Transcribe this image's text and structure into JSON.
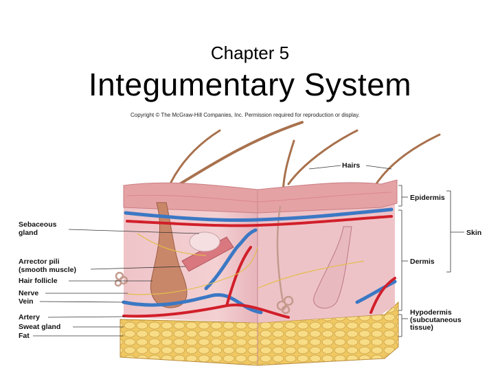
{
  "slide": {
    "chapter": "Chapter 5",
    "title": "Integumentary System",
    "copyright": "Copyright © The McGraw-Hill Companies, Inc. Permission required for reproduction or display."
  },
  "labels_left": {
    "sebaceous_1": "Sebaceous",
    "sebaceous_2": "gland",
    "arrector_1": "Arrector pili",
    "arrector_2": "(smooth muscle)",
    "hair_follicle": "Hair follicle",
    "nerve": "Nerve",
    "vein": "Vein",
    "artery": "Artery",
    "sweat_gland": "Sweat gland",
    "fat": "Fat"
  },
  "labels_right": {
    "hairs": "Hairs",
    "epidermis": "Epidermis",
    "skin": "Skin",
    "dermis": "Dermis",
    "hypodermis_1": "Hypodermis",
    "hypodermis_2": "(subcutaneous",
    "hypodermis_3": "tissue)"
  },
  "colors": {
    "epidermis": "#e9a7a7",
    "dermis": "#f2c9cc",
    "fat": "#f3d27a",
    "artery": "#d11f2a",
    "vein": "#3b78c4",
    "hair": "#b07a55"
  }
}
